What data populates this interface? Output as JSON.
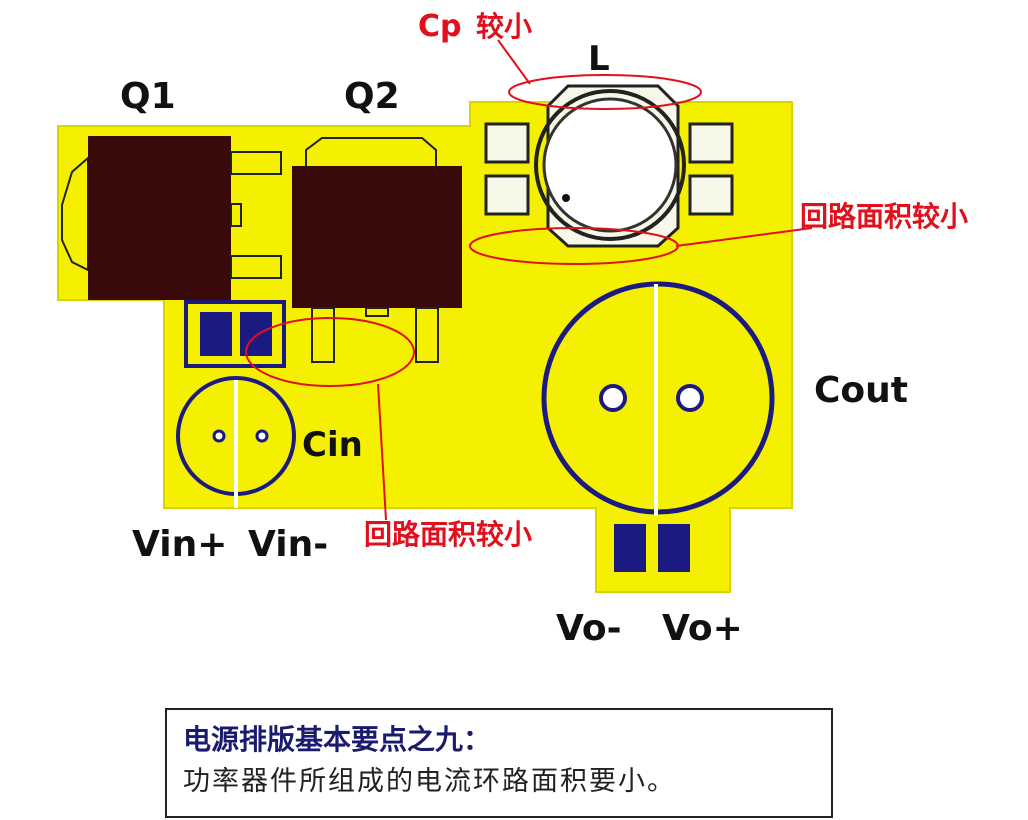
{
  "labels": {
    "q1": "Q1",
    "q2": "Q2",
    "l": "L",
    "cp": "Cp",
    "cp_note": "较小",
    "loop_area_top": "回路面积较小",
    "loop_area_bottom": "回路面积较小",
    "cin": "Cin",
    "cout": "Cout",
    "vin_plus": "Vin+",
    "vin_minus": "Vin-",
    "vo_minus": "Vo-",
    "vo_plus": "Vo+"
  },
  "note": {
    "title": "电源排版基本要点之九：",
    "body": "功率器件所组成的电流环路面积要小。"
  },
  "colors": {
    "board": "#f5f000",
    "component": "#3a0a0a",
    "copper_pad": "#1a1a80",
    "annotation": "#e0101c"
  }
}
